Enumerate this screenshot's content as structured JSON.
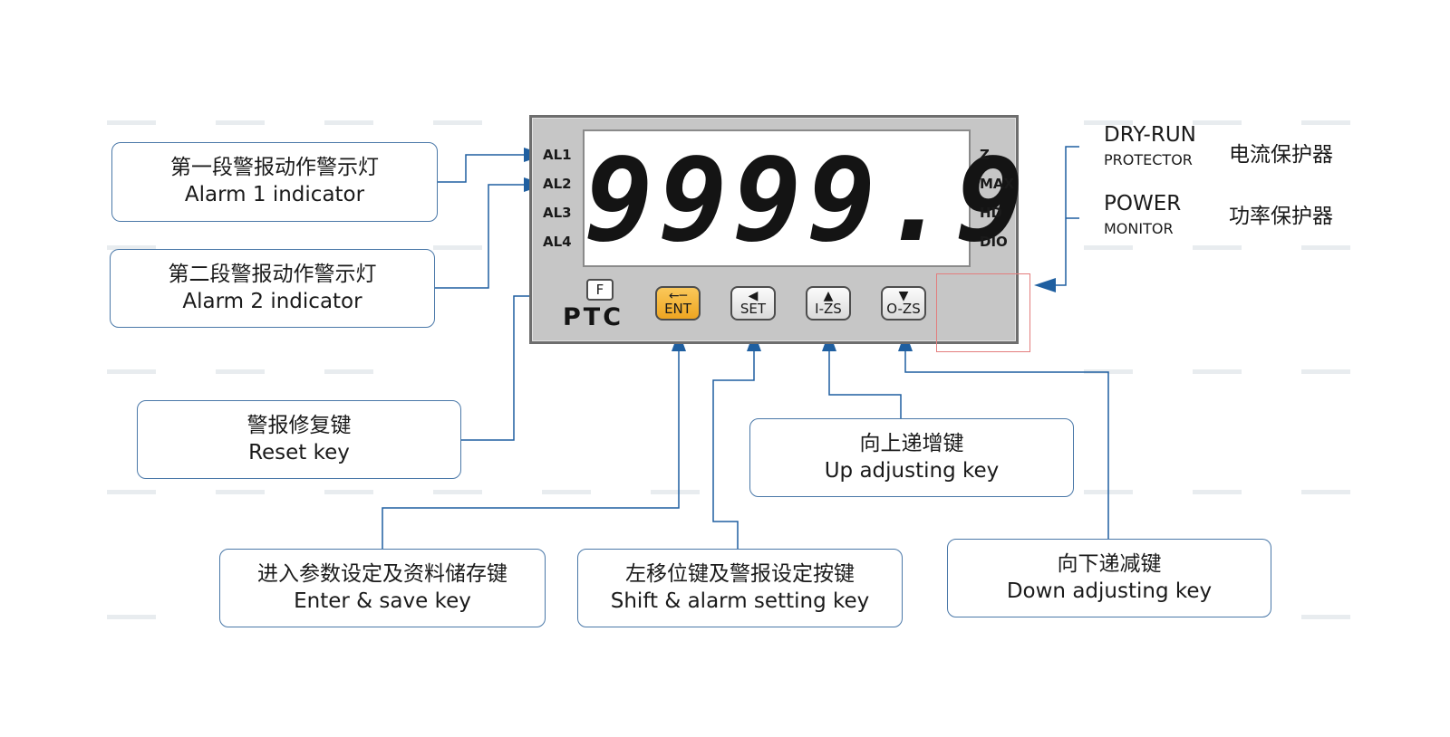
{
  "device": {
    "readout": "9999.9",
    "left_indicators": [
      "AL1",
      "AL2",
      "AL3",
      "AL4"
    ],
    "right_indicators": [
      "Z",
      "MAX",
      "HD",
      "DIO"
    ],
    "brand": "PTC",
    "keys": {
      "f": "F",
      "ent": "ENT",
      "set": "SET",
      "izs": "I-ZS",
      "ozs": "O-ZS"
    },
    "key_icons": {
      "ent": "enter-arrow",
      "set": "triangle-left",
      "izs": "triangle-up",
      "ozs": "triangle-down"
    }
  },
  "callouts": {
    "alarm1": {
      "zh": "第一段警报动作警示灯",
      "en": "Alarm 1 indicator"
    },
    "alarm2": {
      "zh": "第二段警报动作警示灯",
      "en": "Alarm 2 indicator"
    },
    "reset": {
      "zh": "警报修复键",
      "en": "Reset key"
    },
    "enter": {
      "zh": "进入参数设定及资料储存键",
      "en": "Enter & save key"
    },
    "shift": {
      "zh": "左移位键及警报设定按键",
      "en": "Shift & alarm setting key"
    },
    "up": {
      "zh": "向上递增键",
      "en": "Up adjusting key"
    },
    "down": {
      "zh": "向下递减键",
      "en": "Down adjusting key"
    }
  },
  "options": {
    "dry_run": {
      "title": "DRY-RUN",
      "sub": "PROTECTOR",
      "zh": "电流保护器"
    },
    "power": {
      "title": "POWER",
      "sub": "MONITOR",
      "zh": "功率保护器"
    }
  },
  "colors": {
    "connector": "#1f5fa0",
    "callout_border": "#4a78a8",
    "ent_key": "#f2b233",
    "panel": "#c6c6c6"
  }
}
